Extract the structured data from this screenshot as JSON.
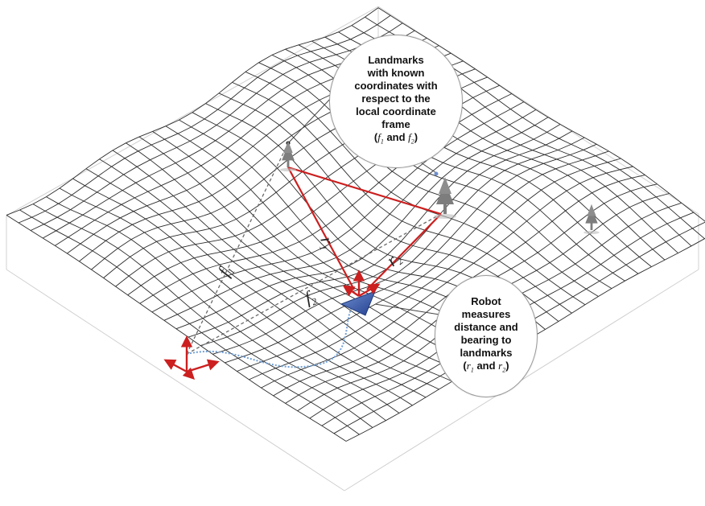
{
  "callouts": {
    "landmarks": {
      "lines": [
        "Landmarks",
        "with known",
        "coordinates with",
        "respect to the",
        "local coordinate",
        "frame"
      ],
      "vars_open": "(",
      "var1": "f",
      "var1_sub": "1",
      "conj": " and ",
      "var2": "f",
      "var2_sub": "2",
      "vars_close": ")"
    },
    "robot": {
      "lines": [
        "Robot",
        "measures",
        "distance and",
        "bearing to",
        "landmarks"
      ],
      "vars_open": "(",
      "var1": "r",
      "var1_sub": "1",
      "conj": " and ",
      "var2": "r",
      "var2_sub": "2",
      "vars_close": ")"
    }
  },
  "labels": {
    "f1": {
      "letter": "f",
      "sub": "1"
    },
    "f2": {
      "letter": "f",
      "sub": "2"
    },
    "r1": {
      "letter": "r",
      "sub": "1"
    },
    "r2": {
      "letter": "r",
      "sub": "2"
    }
  },
  "colors": {
    "grid": "#2b2b2b",
    "measurement": "#cc1f1f",
    "frame_axes": "#cc1f1f",
    "path": "#6f9fd8",
    "robot": "#3f63b5",
    "landmark": "#7d7d7d",
    "dashed": "#6a6a6a",
    "box": "#d0d0d0"
  }
}
